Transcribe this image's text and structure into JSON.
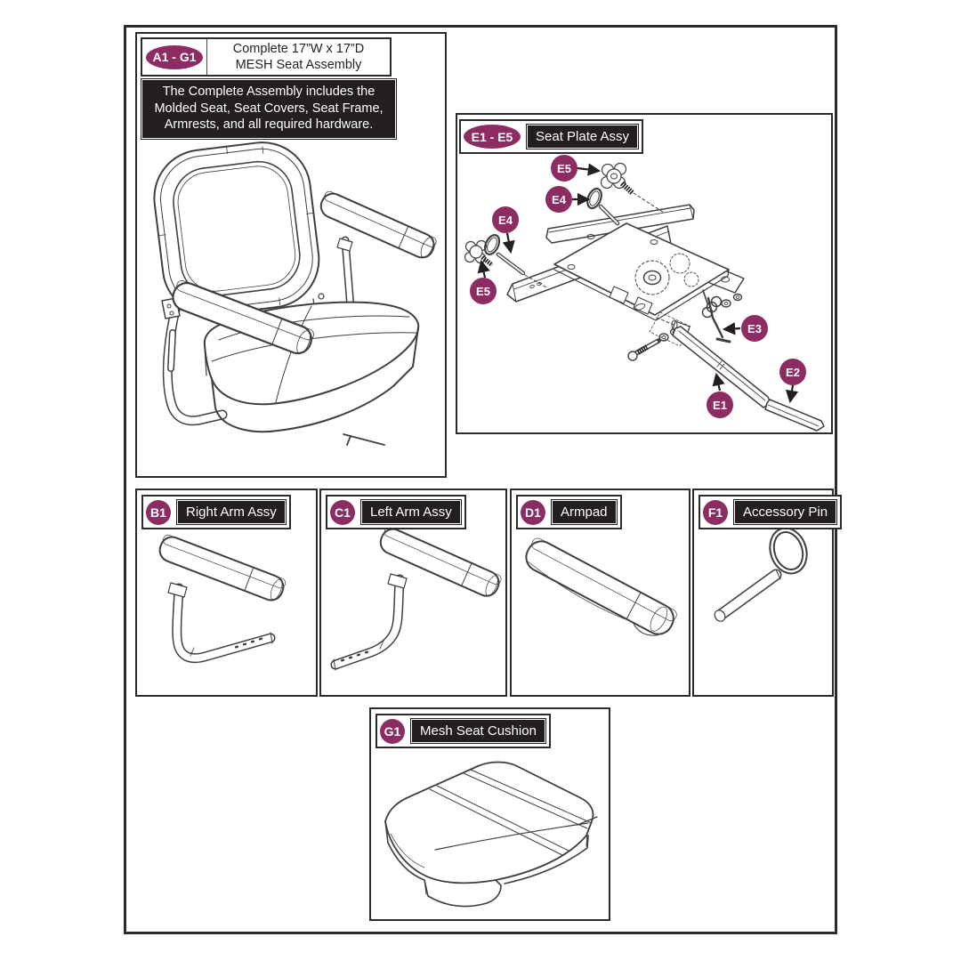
{
  "colors": {
    "badge_purple": "#8C2C63",
    "label_black": "#231F20",
    "frame": "#2B2B2B",
    "line": "#3F3F3F"
  },
  "panels": {
    "complete": {
      "badge": "A1 - G1",
      "title_lines": [
        "Complete 17”W x 17”D",
        "MESH Seat Assembly"
      ],
      "description_lines": [
        "The Complete Assembly includes the",
        "Molded Seat, Seat Covers, Seat Frame,",
        "Armrests, and all required hardware."
      ]
    },
    "seat_plate": {
      "badge": "E1 - E5",
      "label": "Seat Plate Assy",
      "callouts": [
        "E5",
        "E4",
        "E4",
        "E5",
        "E3",
        "E1",
        "E2"
      ]
    },
    "right_arm": {
      "badge": "B1",
      "label": "Right Arm Assy"
    },
    "left_arm": {
      "badge": "C1",
      "label": "Left Arm Assy"
    },
    "armpad": {
      "badge": "D1",
      "label": "Armpad"
    },
    "accessory_pin": {
      "badge": "F1",
      "label": "Accessory Pin"
    },
    "mesh_cushion": {
      "badge": "G1",
      "label": "Mesh Seat Cushion"
    }
  }
}
